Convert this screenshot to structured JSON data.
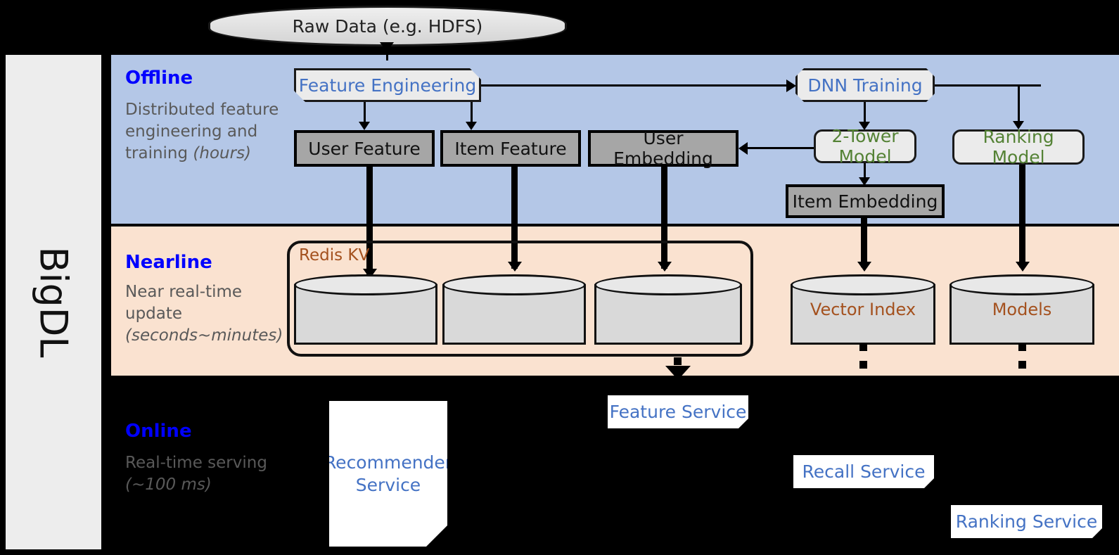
{
  "platform": {
    "name": "BigDL"
  },
  "source": {
    "label": "Raw Data (e.g. HDFS)",
    "icon": "database-cylinder-icon"
  },
  "bands": {
    "offline": {
      "title": "Offline",
      "desc_main": "Distributed feature engineering and training ",
      "desc_em": "(hours)"
    },
    "nearline": {
      "title": "Nearline",
      "desc_main": "Near real-time update ",
      "desc_em": "(seconds~minutes)"
    },
    "online": {
      "title": "Online",
      "desc_main": "Real-time serving ",
      "desc_em": "(~100 ms)"
    }
  },
  "offline_nodes": {
    "feature_engineering": "Feature Engineering",
    "dnn_training": "DNN Training",
    "user_feature": "User Feature",
    "item_feature": "Item Feature",
    "user_embedding": "User Embedding",
    "two_tower_model": "2-Tower Model",
    "ranking_model": "Ranking Model",
    "item_embedding": "Item Embedding"
  },
  "nearline_nodes": {
    "redis_group": "Redis KV",
    "store_user_feature": "",
    "store_item_feature": "",
    "store_user_embedding": "",
    "vector_index": "Vector Index",
    "models": "Models"
  },
  "online_nodes": {
    "recommender_service": "Recommender Service",
    "feature_service": "Feature Service",
    "recall_service": "Recall Service",
    "ranking_service": "Ranking Service"
  },
  "colors": {
    "offline_band": "#b4c7e7",
    "nearline_band": "#fae2d0",
    "online_band": "#000000",
    "heading_blue": "#0000ff",
    "node_blue": "#4472c4",
    "model_green": "#548235",
    "store_brown": "#a4511e",
    "grey_box": "#a6a6a6",
    "sidebar_grey": "#ededed"
  }
}
